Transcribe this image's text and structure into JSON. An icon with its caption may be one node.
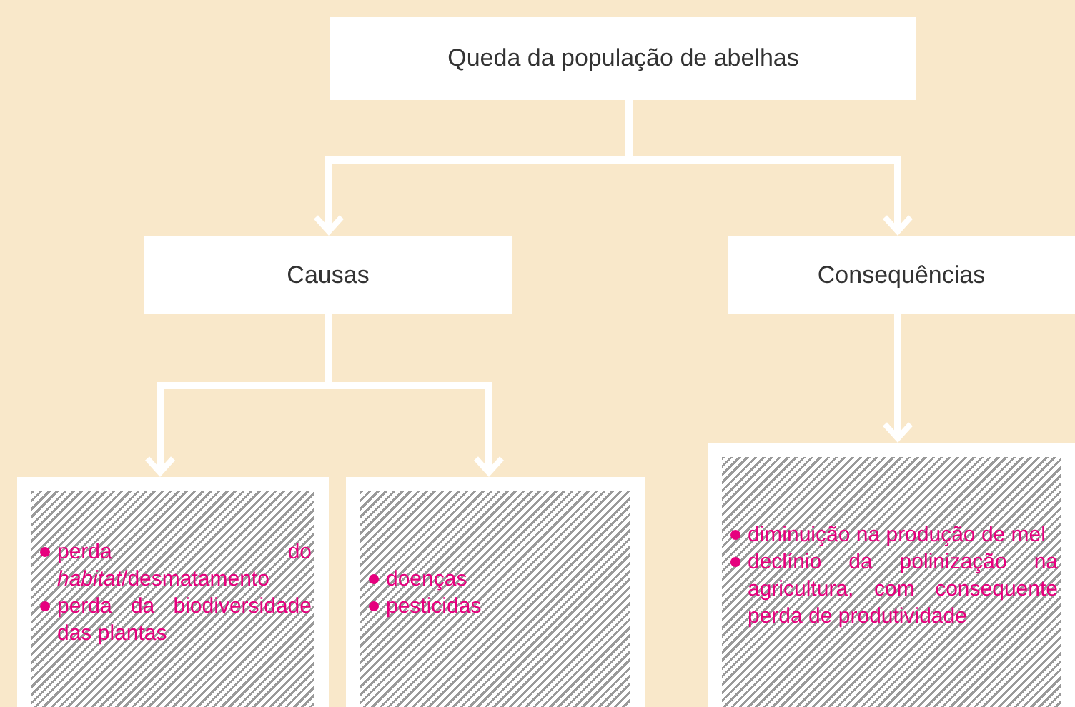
{
  "diagram": {
    "nodes": [
      {
        "text": [
          "Queda da população de abelhas"
        ]
      },
      {
        "text": [
          "Causas"
        ]
      },
      {
        "text": [
          "Consequências"
        ]
      },
      {
        "text": [
          "perda do *habitat*/desmatamento",
          "perda da biodiversidade das plantas"
        ]
      },
      {
        "text": [
          "doenças",
          "pesticidas"
        ]
      },
      {
        "text": [
          "diminuição na produção de mel",
          "declínio da polinização na agricultura, com consequente perda de produtividade"
        ]
      }
    ],
    "edges": [
      {
        "from": 0,
        "to": 1,
        "arrow": "to"
      },
      {
        "from": 0,
        "to": 2,
        "arrow": "to"
      },
      {
        "from": 1,
        "to": 3,
        "arrow": "to"
      },
      {
        "from": 1,
        "to": 4,
        "arrow": "to"
      },
      {
        "from": 2,
        "to": 5,
        "arrow": "to"
      }
    ]
  }
}
